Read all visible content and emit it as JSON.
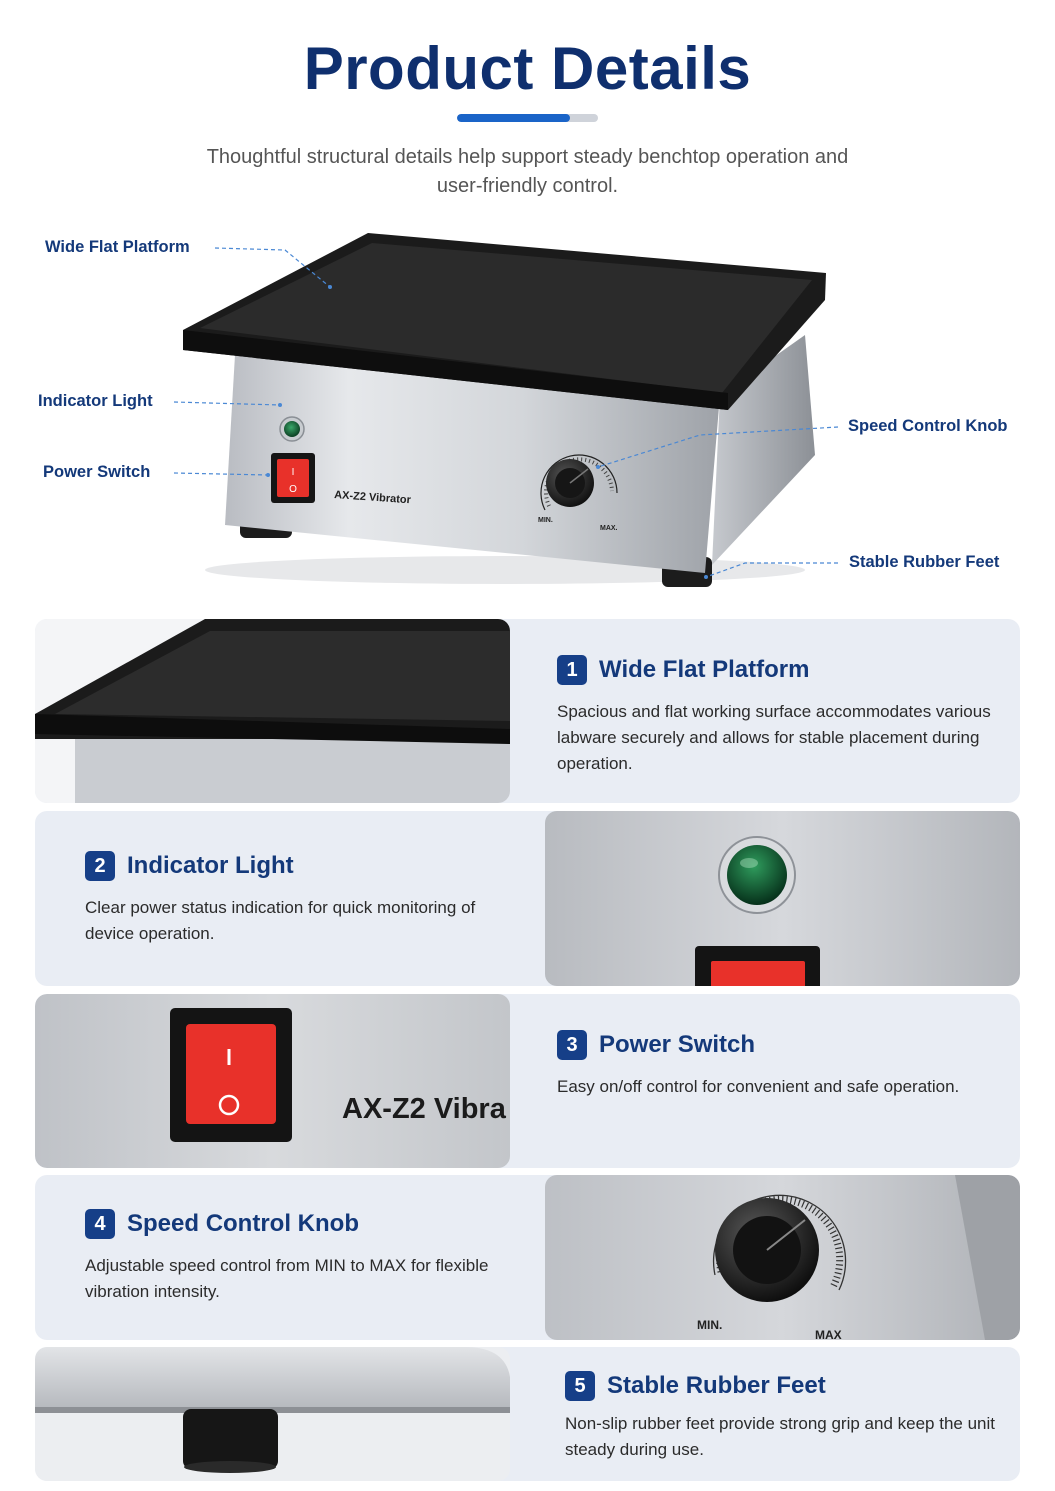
{
  "header": {
    "title": "Product Details",
    "subtitle": "Thoughtful structural details help support steady benchtop operation and user-friendly control.",
    "title_bar_fraction": 0.8
  },
  "hero": {
    "callouts": {
      "platform": "Wide Flat Platform",
      "light": "Indicator Light",
      "switch": "Power Switch",
      "knob": "Speed Control Knob",
      "feet": "Stable Rubber Feet"
    },
    "device_label": "AX-Z2 Vibrator",
    "knob_min": "MIN.",
    "knob_max": "MAX.",
    "switch_on": "I",
    "switch_off": "O"
  },
  "features": [
    {
      "number": "1",
      "title": "Wide Flat Platform",
      "description": "Spacious and flat working surface accommodates various labware securely and allows for stable placement during operation."
    },
    {
      "number": "2",
      "title": "Indicator Light",
      "description": "Clear power status indication for quick monitoring of device operation."
    },
    {
      "number": "3",
      "title": "Power Switch",
      "description": "Easy on/off control for convenient and safe operation."
    },
    {
      "number": "4",
      "title": "Speed Control Knob",
      "description": "Adjustable speed control from MIN to MAX for flexible vibration intensity."
    },
    {
      "number": "5",
      "title": "Stable Rubber Feet",
      "description": "Non-slip rubber feet provide strong grip and keep the unit steady during use."
    }
  ],
  "closeups": {
    "switch_label": "AX-Z2 Vibra",
    "knob_min": "MIN.",
    "knob_max": "MAX"
  },
  "colors": {
    "title": "#0f2f6e",
    "accent": "#1a64c8",
    "card_bg": "#e9edf4",
    "switch_red": "#e8312a",
    "indicator_green": "#0f6a3a"
  }
}
